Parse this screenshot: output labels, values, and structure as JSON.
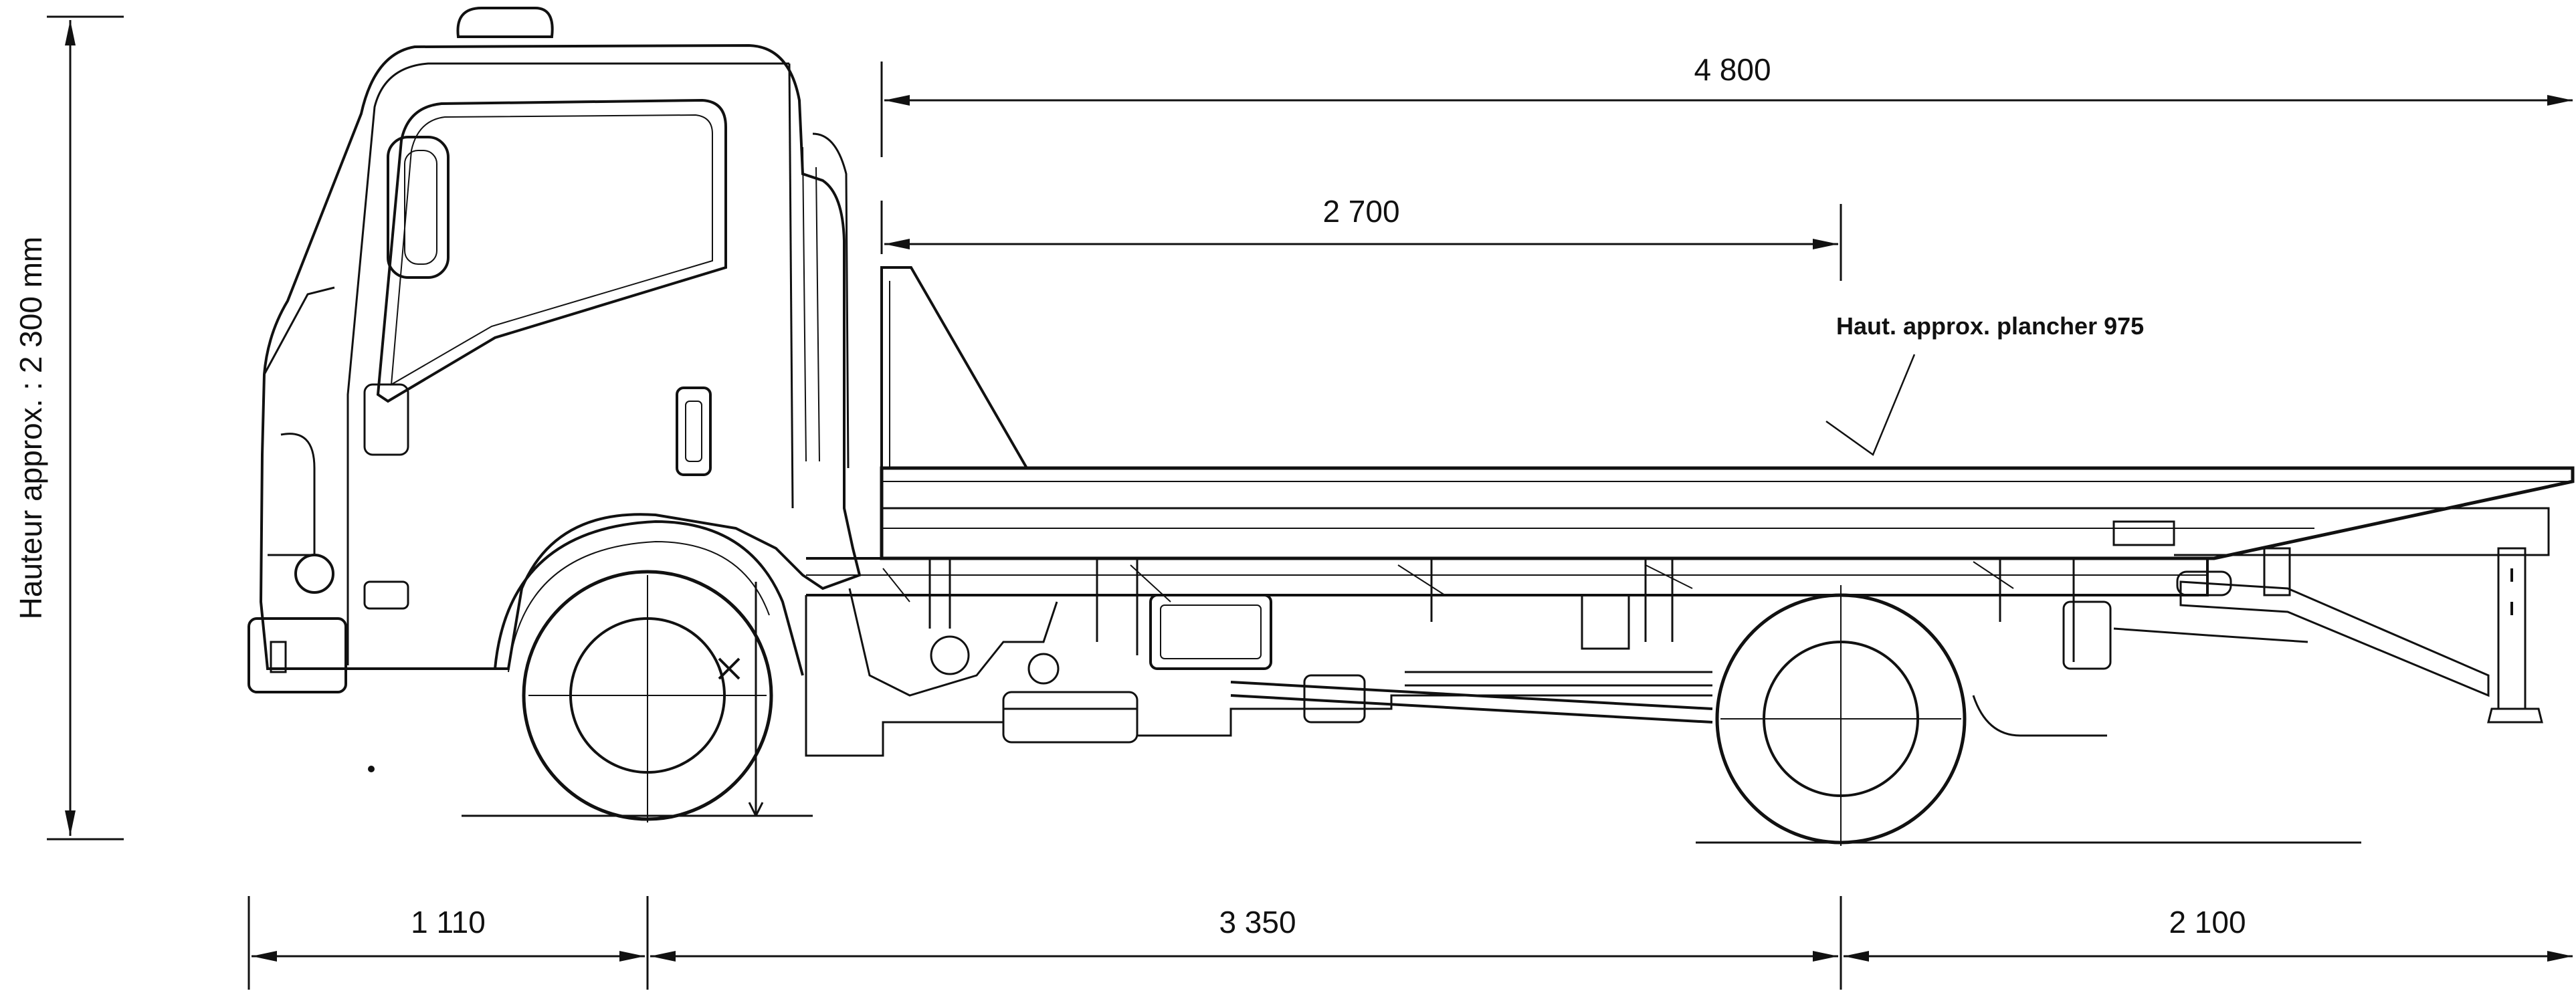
{
  "height_label": "Hauteur approx. : 2 300 mm",
  "overall_body_length": "4 800",
  "partial_length": "2 700",
  "floor_height_note": "Haut. approx. plancher 975",
  "front_overhang": "1 110",
  "wheelbase": "3 350",
  "rear_overhang": "2 100",
  "colors": {
    "line": "#111111",
    "background": "#ffffff"
  }
}
